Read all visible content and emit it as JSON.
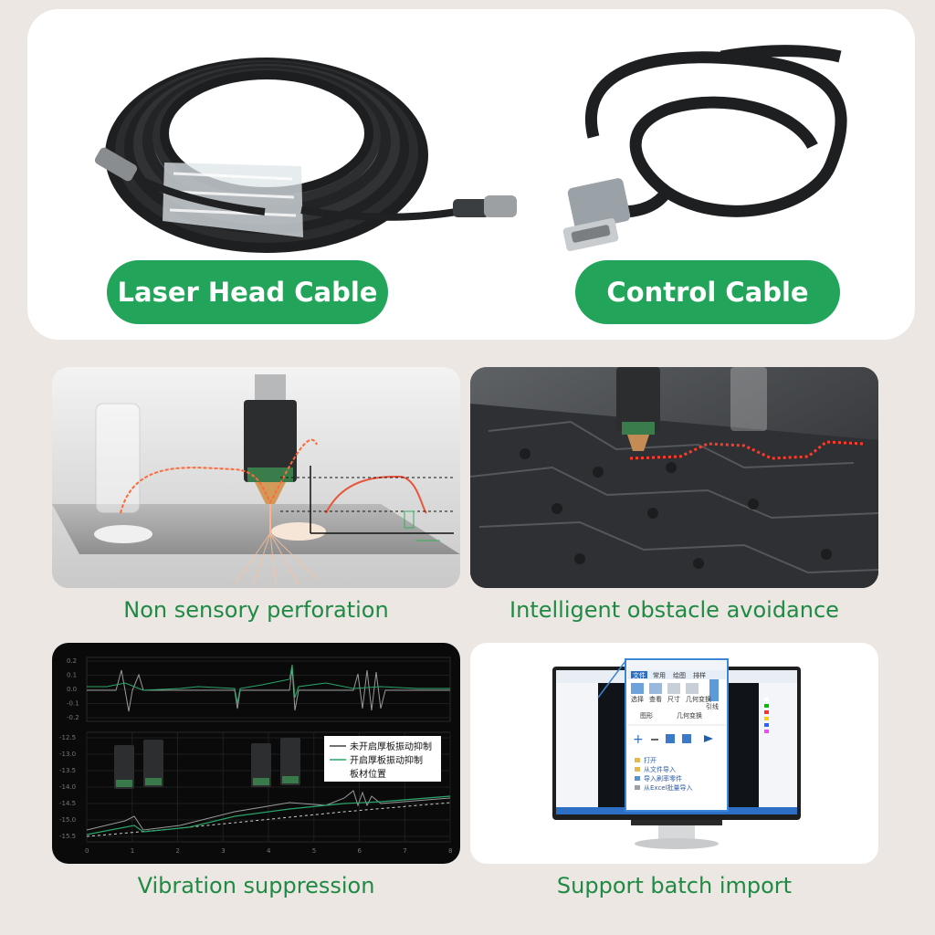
{
  "cables": {
    "laser_head_label": "Laser Head Cable",
    "control_label": "Control Cable"
  },
  "features": [
    {
      "caption": "Non sensory perforation"
    },
    {
      "caption": "Intelligent obstacle avoidance"
    },
    {
      "caption": "Vibration suppression"
    },
    {
      "caption": "Support batch import"
    }
  ],
  "vibration_chart": {
    "legend": [
      "未开启厚板振动抑制",
      "开启厚板振动抑制",
      "板材位置"
    ],
    "x_ticks": [
      "0",
      "1",
      "2",
      "3",
      "4",
      "5",
      "6",
      "7",
      "8"
    ],
    "y_ticks_top": [
      "0.2",
      "0.1",
      "0.0",
      "-0.1",
      "-0.2"
    ],
    "y_ticks_bottom": [
      "-12.5",
      "-13.0",
      "-13.5",
      "-14.0",
      "-14.5",
      "-15.0",
      "-15.5"
    ],
    "colors": {
      "off": "#9a9a9a",
      "on": "#2aa66a",
      "plate": "#cfcfcf"
    }
  },
  "software_ui": {
    "tabs": [
      "文件",
      "常用",
      "绘图",
      "排样"
    ],
    "tools": [
      "选择",
      "查看",
      "尺寸",
      "几何变换",
      "引线"
    ],
    "row_labels": [
      "图形",
      "几何变换"
    ],
    "menu_items": [
      "打开",
      "从文件导入",
      "导入刷率零件",
      "从Excel批量导入"
    ]
  },
  "colors": {
    "accent_green": "#22a55a",
    "caption_green": "#1f8a44",
    "background": "#ece7e3"
  }
}
